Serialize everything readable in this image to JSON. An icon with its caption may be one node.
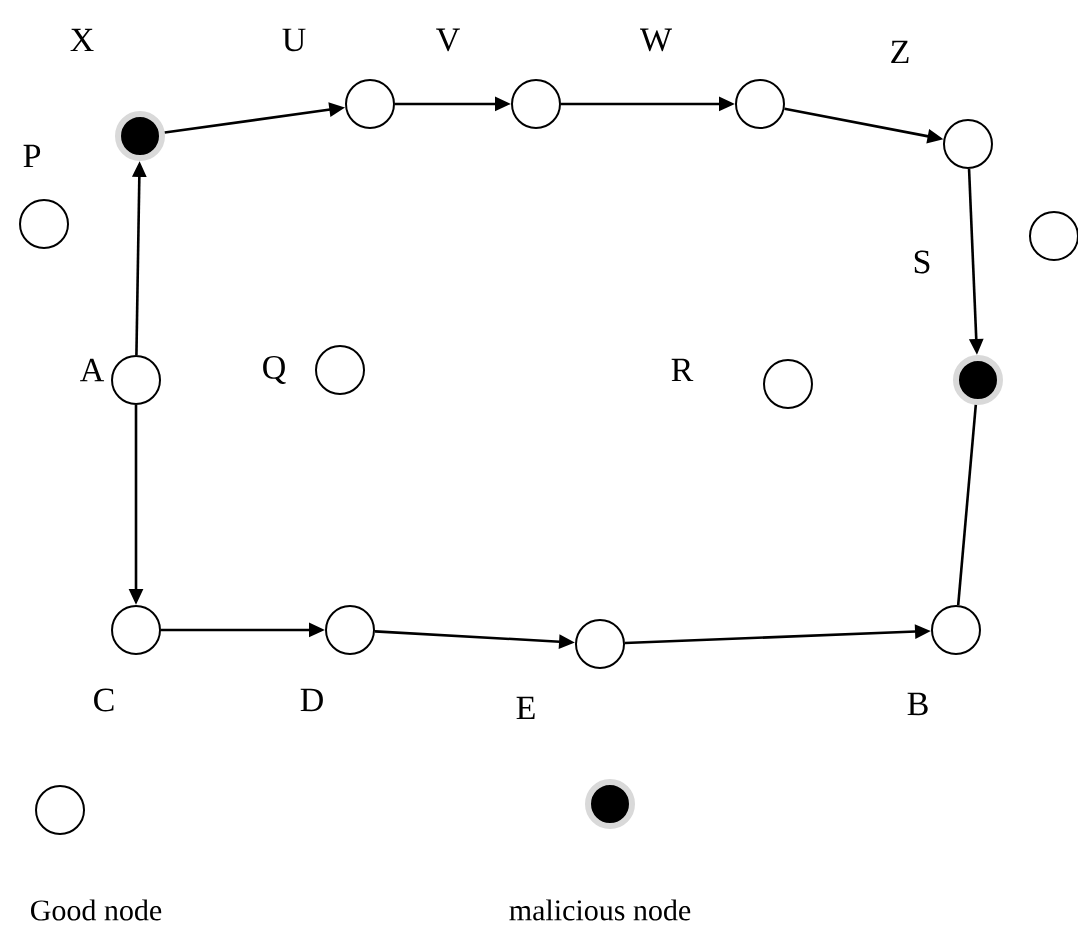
{
  "diagram": {
    "nodes": [
      {
        "text": [],
        "shape": "dot",
        "beside": [
          "X"
        ]
      },
      {
        "text": [],
        "shape": "circle",
        "beside": [
          "U"
        ]
      },
      {
        "text": [],
        "shape": "circle",
        "beside": [
          "V"
        ]
      },
      {
        "text": [],
        "shape": "circle",
        "beside": [
          "W"
        ]
      },
      {
        "text": [],
        "shape": "circle",
        "beside": [
          "Z"
        ]
      },
      {
        "text": [],
        "shape": "circle",
        "beside": [
          "P"
        ]
      },
      {
        "text": [],
        "shape": "circle"
      },
      {
        "text": [],
        "shape": "dot",
        "beside": [
          "S"
        ]
      },
      {
        "text": [],
        "shape": "circle",
        "beside": [
          "A"
        ]
      },
      {
        "text": [],
        "shape": "circle",
        "beside": [
          "Q"
        ]
      },
      {
        "text": [],
        "shape": "circle",
        "beside": [
          "R"
        ]
      },
      {
        "text": [],
        "shape": "circle",
        "beside": [
          "C"
        ]
      },
      {
        "text": [],
        "shape": "circle",
        "beside": [
          "D"
        ]
      },
      {
        "text": [],
        "shape": "circle",
        "beside": [
          "E"
        ]
      },
      {
        "text": [],
        "shape": "circle",
        "beside": [
          "B"
        ]
      }
    ],
    "edges": [
      {
        "from": 0,
        "to": 1,
        "arrow": "to"
      },
      {
        "from": 1,
        "to": 2,
        "arrow": "to"
      },
      {
        "from": 2,
        "to": 3,
        "arrow": "to"
      },
      {
        "from": 3,
        "to": 4,
        "arrow": "to"
      },
      {
        "from": 4,
        "to": 7,
        "arrow": "to"
      },
      {
        "from": 7,
        "to": 14,
        "arrow": "none"
      },
      {
        "from": 8,
        "to": 0,
        "arrow": "to"
      },
      {
        "from": 8,
        "to": 11,
        "arrow": "to"
      },
      {
        "from": 11,
        "to": 12,
        "arrow": "to"
      },
      {
        "from": 12,
        "to": 13,
        "arrow": "to"
      },
      {
        "from": 13,
        "to": 14,
        "arrow": "to"
      }
    ],
    "legend": [
      {
        "text": "Good node"
      },
      {
        "text": "malicious node"
      }
    ]
  }
}
